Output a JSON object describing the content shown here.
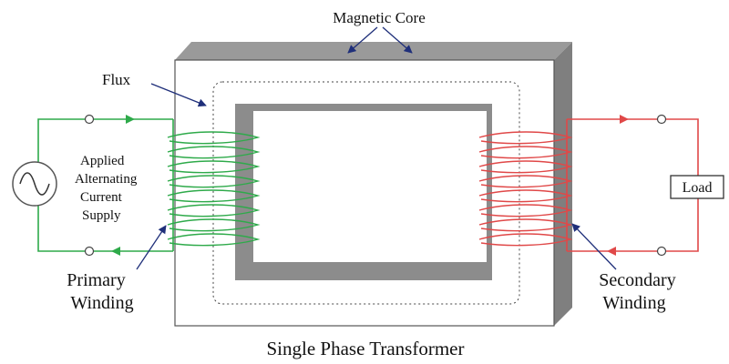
{
  "diagram": {
    "caption": "Single Phase Transformer",
    "labels": {
      "magnetic_core": "Magnetic Core",
      "flux": "Flux",
      "applied_supply": [
        "Applied",
        "Alternating",
        "Current",
        "Supply"
      ],
      "primary_winding": [
        "Primary",
        "Winding"
      ],
      "secondary_winding": [
        "Secondary",
        "Winding"
      ],
      "load": "Load"
    },
    "colors": {
      "primary_circuit": "#2eaa4a",
      "secondary_circuit": "#e04848",
      "core_shade": "#8c8c8c",
      "core_face": "#ffffff",
      "arrow": "#1f2f7a",
      "outline": "#333333"
    }
  }
}
